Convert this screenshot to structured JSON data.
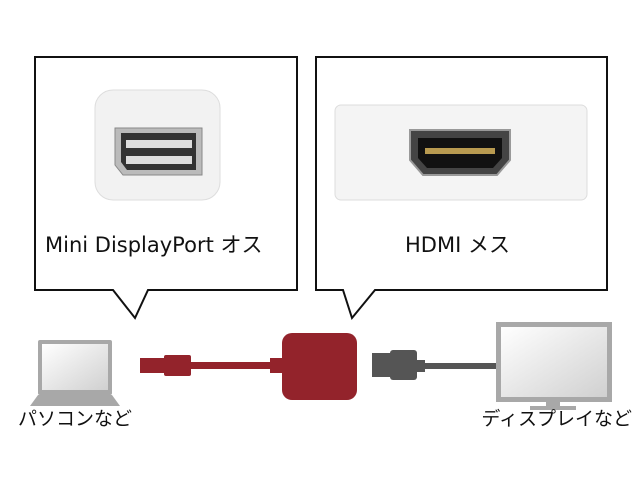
{
  "callouts": {
    "left_label": "Mini DisplayPort オス",
    "right_label": "HDMI メス"
  },
  "devices": {
    "source_label": "パソコンなど",
    "display_label": "ディスプレイなど"
  },
  "colors": {
    "adapter": "#93232b",
    "hdmi_plug": "#555555",
    "device_gray": "#a8a8a8"
  }
}
